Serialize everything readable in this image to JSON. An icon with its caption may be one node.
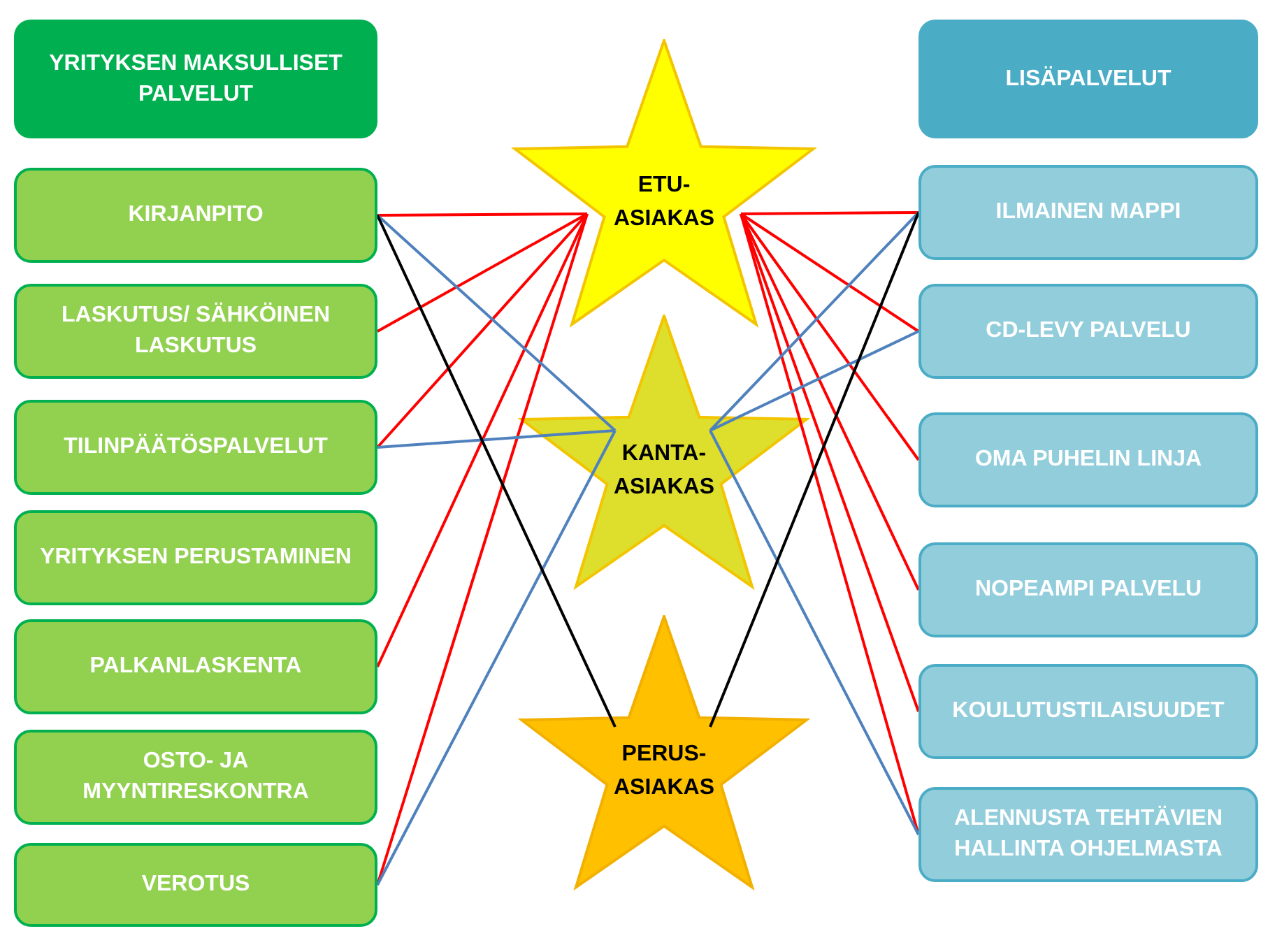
{
  "diagram": {
    "nodes": [
      {
        "text": [
          "YRITYKSEN MAKSULLISET PALVELUT"
        ]
      },
      {
        "text": [
          "KIRJANPITO"
        ]
      },
      {
        "text": [
          "LASKUTUS/ SÄHKÖINEN LASKUTUS"
        ]
      },
      {
        "text": [
          "TILINPÄÄTÖSPALVELUT"
        ]
      },
      {
        "text": [
          "YRITYKSEN PERUSTAMINEN"
        ]
      },
      {
        "text": [
          "PALKANLASKENTA"
        ]
      },
      {
        "text": [
          "OSTO- JA MYYNTIRESKONTRA"
        ]
      },
      {
        "text": [
          "VEROTUS"
        ]
      },
      {
        "text": [
          "ETU- ASIAKAS"
        ]
      },
      {
        "text": [
          "KANTA- ASIAKAS"
        ]
      },
      {
        "text": [
          "PERUS- ASIAKAS"
        ]
      },
      {
        "text": [
          "LISÄPALVELUT"
        ]
      },
      {
        "text": [
          "ILMAINEN MAPPI"
        ]
      },
      {
        "text": [
          "CD-LEVY PALVELU"
        ]
      },
      {
        "text": [
          "OMA PUHELIN LINJA"
        ]
      },
      {
        "text": [
          "NOPEAMPI PALVELU"
        ]
      },
      {
        "text": [
          "KOULUTUSTILAISUUDET"
        ]
      },
      {
        "text": [
          "ALENNUSTA TEHTÄVIEN HALLINTA OHJELMASTA"
        ]
      }
    ],
    "edges": [
      {
        "from": 8,
        "to": 1,
        "arrow": "none"
      },
      {
        "from": 8,
        "to": 2,
        "arrow": "none"
      },
      {
        "from": 8,
        "to": 3,
        "arrow": "none"
      },
      {
        "from": 8,
        "to": 5,
        "arrow": "none"
      },
      {
        "from": 8,
        "to": 7,
        "arrow": "none"
      },
      {
        "from": 9,
        "to": 1,
        "arrow": "none",
        "color": "#4f81bd"
      },
      {
        "from": 9,
        "to": 3,
        "arrow": "none",
        "color": "#4f81bd"
      },
      {
        "from": 9,
        "to": 7,
        "arrow": "none",
        "color": "#4f81bd"
      },
      {
        "from": 10,
        "to": 1,
        "arrow": "none",
        "color": "#000000"
      },
      {
        "from": 8,
        "to": 12,
        "arrow": "none"
      },
      {
        "from": 8,
        "to": 13,
        "arrow": "none"
      },
      {
        "from": 8,
        "to": 14,
        "arrow": "none"
      },
      {
        "from": 8,
        "to": 15,
        "arrow": "none"
      },
      {
        "from": 8,
        "to": 16,
        "arrow": "none"
      },
      {
        "from": 8,
        "to": 17,
        "arrow": "none"
      },
      {
        "from": 9,
        "to": 12,
        "arrow": "none",
        "color": "#4f81bd"
      },
      {
        "from": 9,
        "to": 13,
        "arrow": "none",
        "color": "#4f81bd"
      },
      {
        "from": 9,
        "to": 17,
        "arrow": "none",
        "color": "#4f81bd"
      },
      {
        "from": 10,
        "to": 12,
        "arrow": "none",
        "color": "#000000"
      }
    ]
  }
}
